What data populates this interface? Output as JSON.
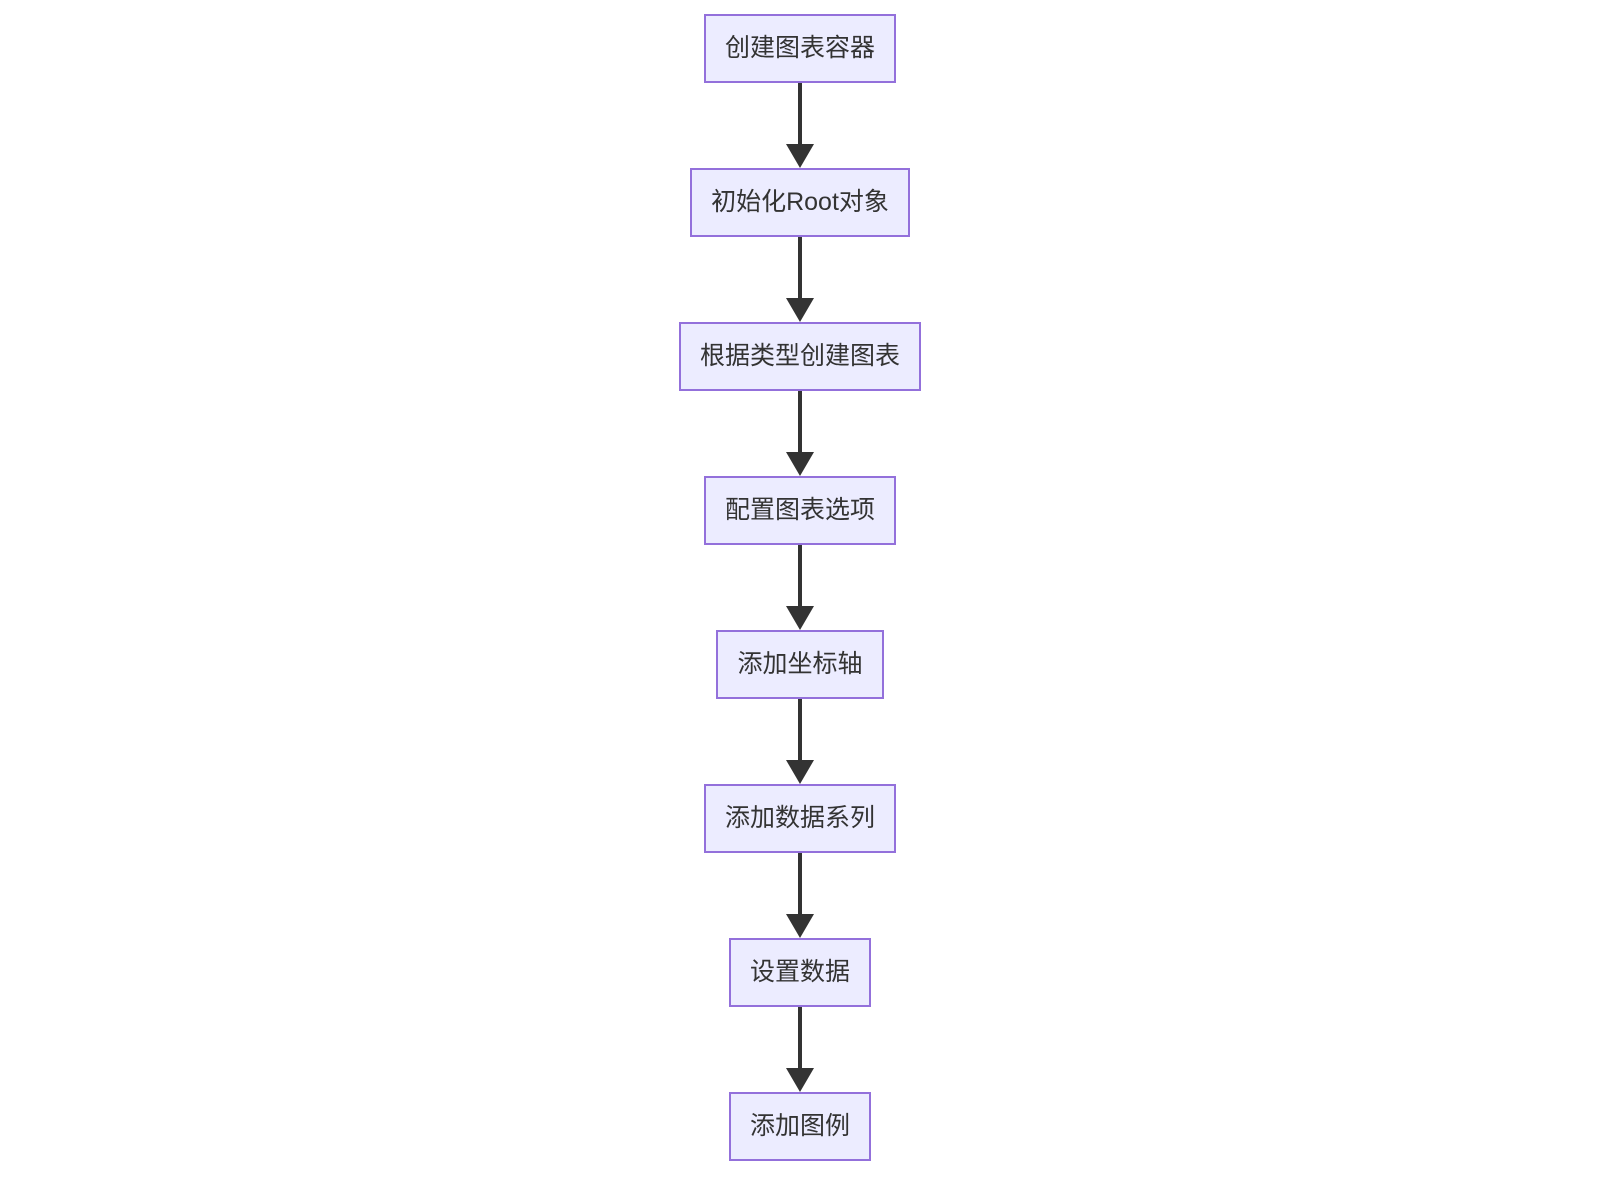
{
  "diagram": {
    "type": "flowchart",
    "direction": "top-down",
    "nodes": [
      {
        "id": "step-1",
        "label": "创建图表容器"
      },
      {
        "id": "step-2",
        "label": "初始化Root对象"
      },
      {
        "id": "step-3",
        "label": "根据类型创建图表"
      },
      {
        "id": "step-4",
        "label": "配置图表选项"
      },
      {
        "id": "step-5",
        "label": "添加坐标轴"
      },
      {
        "id": "step-6",
        "label": "添加数据系列"
      },
      {
        "id": "step-7",
        "label": "设置数据"
      },
      {
        "id": "step-8",
        "label": "添加图例"
      }
    ],
    "edges": [
      {
        "from": "step-1",
        "to": "step-2"
      },
      {
        "from": "step-2",
        "to": "step-3"
      },
      {
        "from": "step-3",
        "to": "step-4"
      },
      {
        "from": "step-4",
        "to": "step-5"
      },
      {
        "from": "step-5",
        "to": "step-6"
      },
      {
        "from": "step-6",
        "to": "step-7"
      },
      {
        "from": "step-7",
        "to": "step-8"
      }
    ],
    "colors": {
      "background": "#ffffff",
      "node_fill": "#ECECFF",
      "node_border": "#9370DB",
      "arrow": "#333333",
      "text": "#333333"
    }
  }
}
